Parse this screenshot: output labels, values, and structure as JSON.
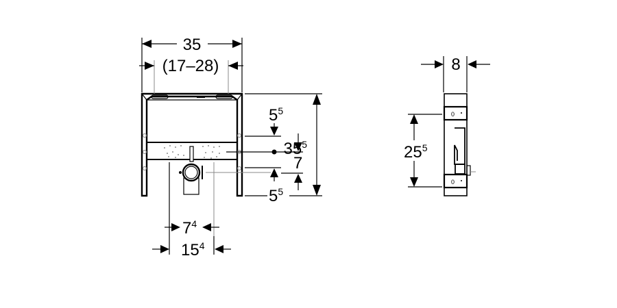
{
  "front_view": {
    "overall_width": "35",
    "adjustable_range": "(17–28)",
    "overall_height": {
      "base": "35",
      "sup": "5"
    },
    "top_to_connection": {
      "base": "5",
      "sup": "5"
    },
    "connection_spacing": "7",
    "bottom_to_connection": {
      "base": "5",
      "sup": "5"
    },
    "drain_inner_width": {
      "base": "7",
      "sup": "4"
    },
    "drain_outer_width": {
      "base": "15",
      "sup": "4"
    }
  },
  "side_view": {
    "depth": "8",
    "bracket_spacing": {
      "base": "25",
      "sup": "5"
    }
  }
}
